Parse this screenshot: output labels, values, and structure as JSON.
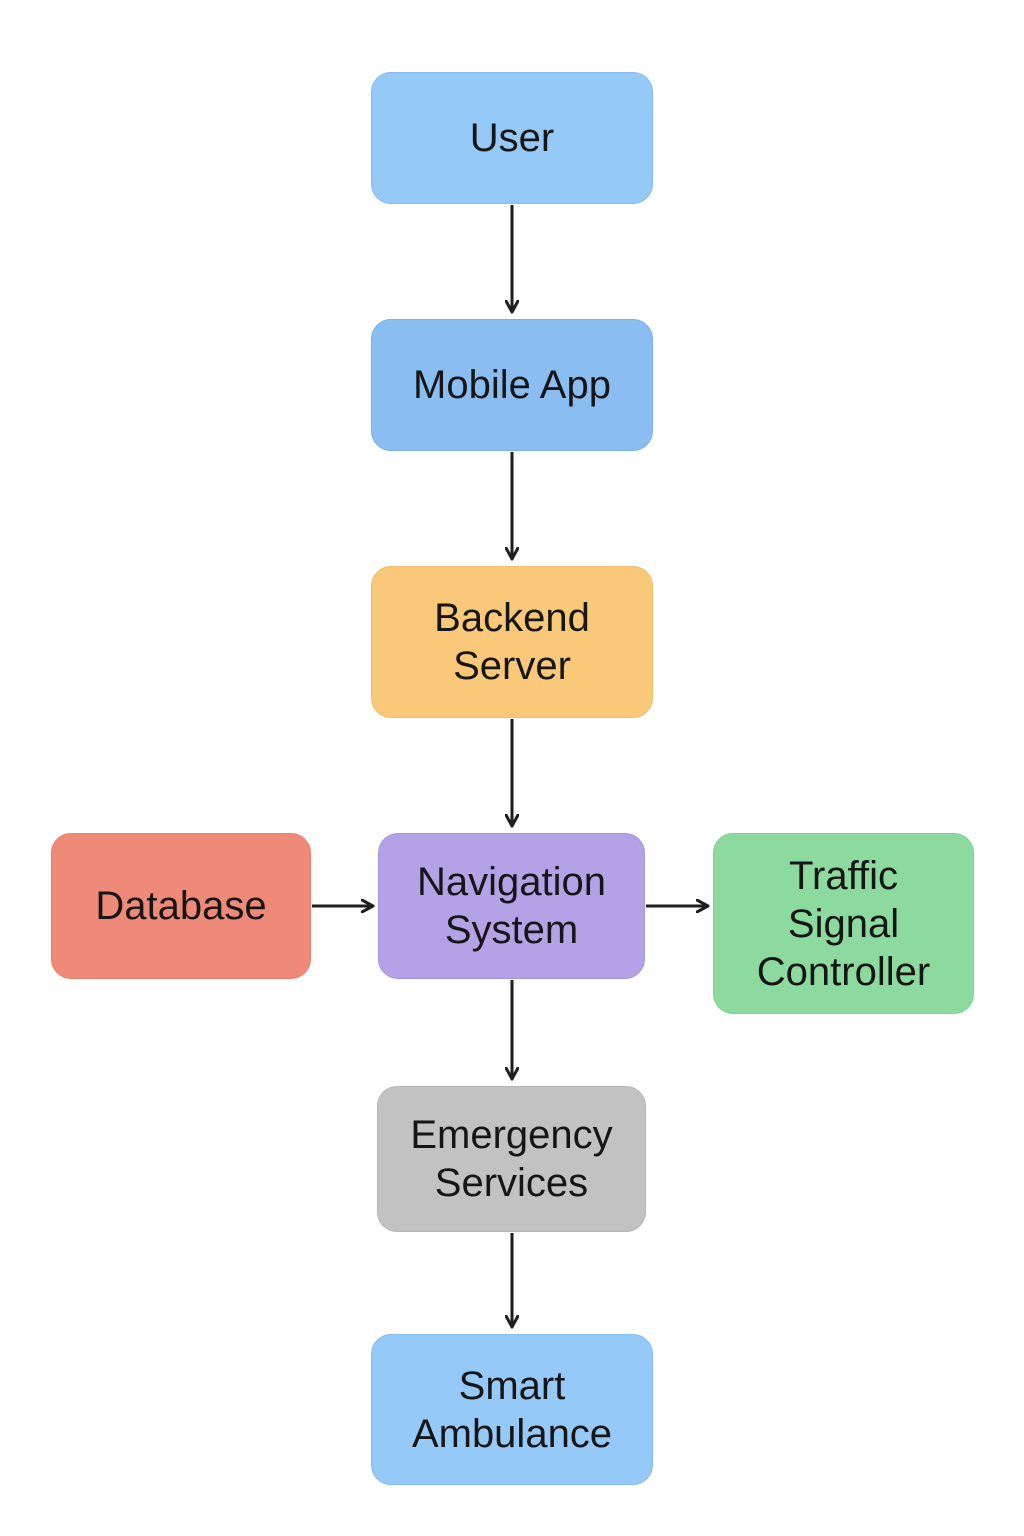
{
  "diagram": {
    "nodes": [
      {
        "id": "n-user",
        "label": "User",
        "color": "#95C9F7",
        "border": "#86BDEE"
      },
      {
        "id": "n-mobile",
        "label": "Mobile App",
        "color": "#8ABEF2",
        "border": "#7AB1E9"
      },
      {
        "id": "n-backend",
        "label": "Backend\nServer",
        "color": "#F9C878",
        "border": "#F1BC69"
      },
      {
        "id": "n-database",
        "label": "Database",
        "color": "#F08A78",
        "border": "#E67D6C"
      },
      {
        "id": "n-navigation",
        "label": "Navigation\nSystem",
        "color": "#B3A3E6",
        "border": "#A696DC"
      },
      {
        "id": "n-traffic",
        "label": "Traffic\nSignal\nController",
        "color": "#8DDA9F",
        "border": "#7FD092"
      },
      {
        "id": "n-emergency",
        "label": "Emergency\nServices",
        "color": "#C2C2C2",
        "border": "#B6B6B6"
      },
      {
        "id": "n-ambulance",
        "label": "Smart\nAmbulance",
        "color": "#95C9F7",
        "border": "#86BDEE"
      }
    ],
    "edges": [
      {
        "from": "User",
        "to": "Mobile App"
      },
      {
        "from": "Mobile App",
        "to": "Backend Server"
      },
      {
        "from": "Backend Server",
        "to": "Navigation System"
      },
      {
        "from": "Database",
        "to": "Navigation System"
      },
      {
        "from": "Navigation System",
        "to": "Traffic Signal Controller"
      },
      {
        "from": "Navigation System",
        "to": "Emergency Services"
      },
      {
        "from": "Emergency Services",
        "to": "Smart Ambulance"
      }
    ],
    "edge_color": "#1E1E1E"
  }
}
